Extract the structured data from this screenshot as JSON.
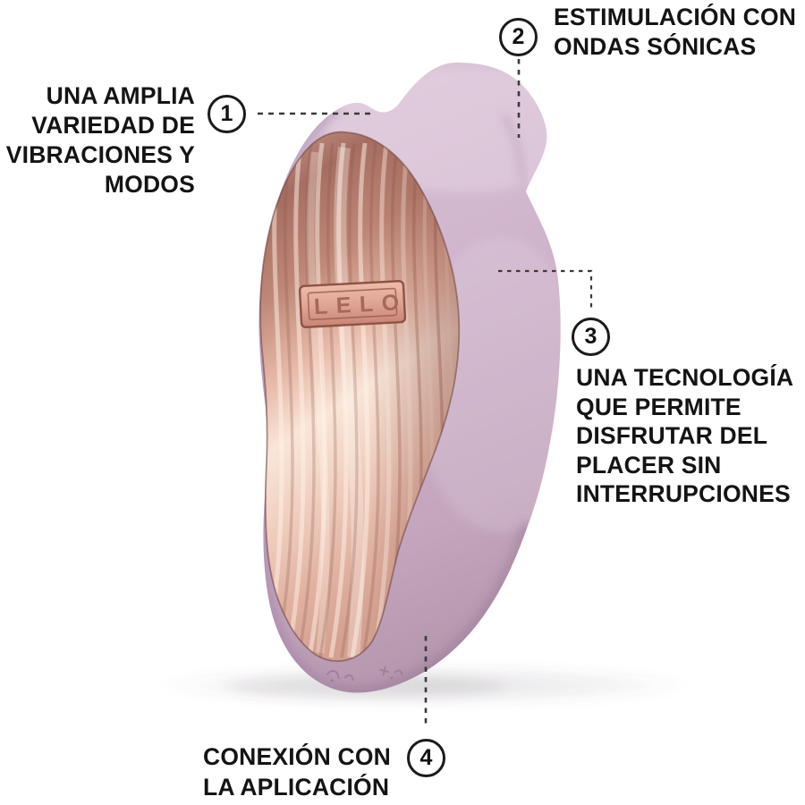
{
  "product": {
    "brand_label": "LELO"
  },
  "callouts": [
    {
      "number": "1",
      "text": "UNA AMPLIA\nVARIEDAD DE\nVIBRACIONES Y\nMODOS"
    },
    {
      "number": "2",
      "text": "ESTIMULACIÓN CON\nONDAS SÓNICAS"
    },
    {
      "number": "3",
      "text": "UNA TECNOLOGÍA\nQUE PERMITE\nDISFRUTAR DEL\nPLACER SIN\nINTERRUPCIONES"
    },
    {
      "number": "4",
      "text": "CONEXIÓN CON\nLA APLICACIÓN"
    }
  ],
  "icons": {
    "control_buttons_engraving": "engraved plus / minus control marks on device base"
  },
  "colors": {
    "background": "#ffffff",
    "text": "#141414",
    "leader_line": "#3a3a3a",
    "badge_border": "#1b1b1b",
    "body_mauve": "#cfb3cb",
    "body_mauve_dark": "#b294ab",
    "metal_dark": "#9b655b",
    "metal_mid": "#d8a292",
    "metal_light": "#f9e6da",
    "plaque_stroke": "#8e5246"
  }
}
